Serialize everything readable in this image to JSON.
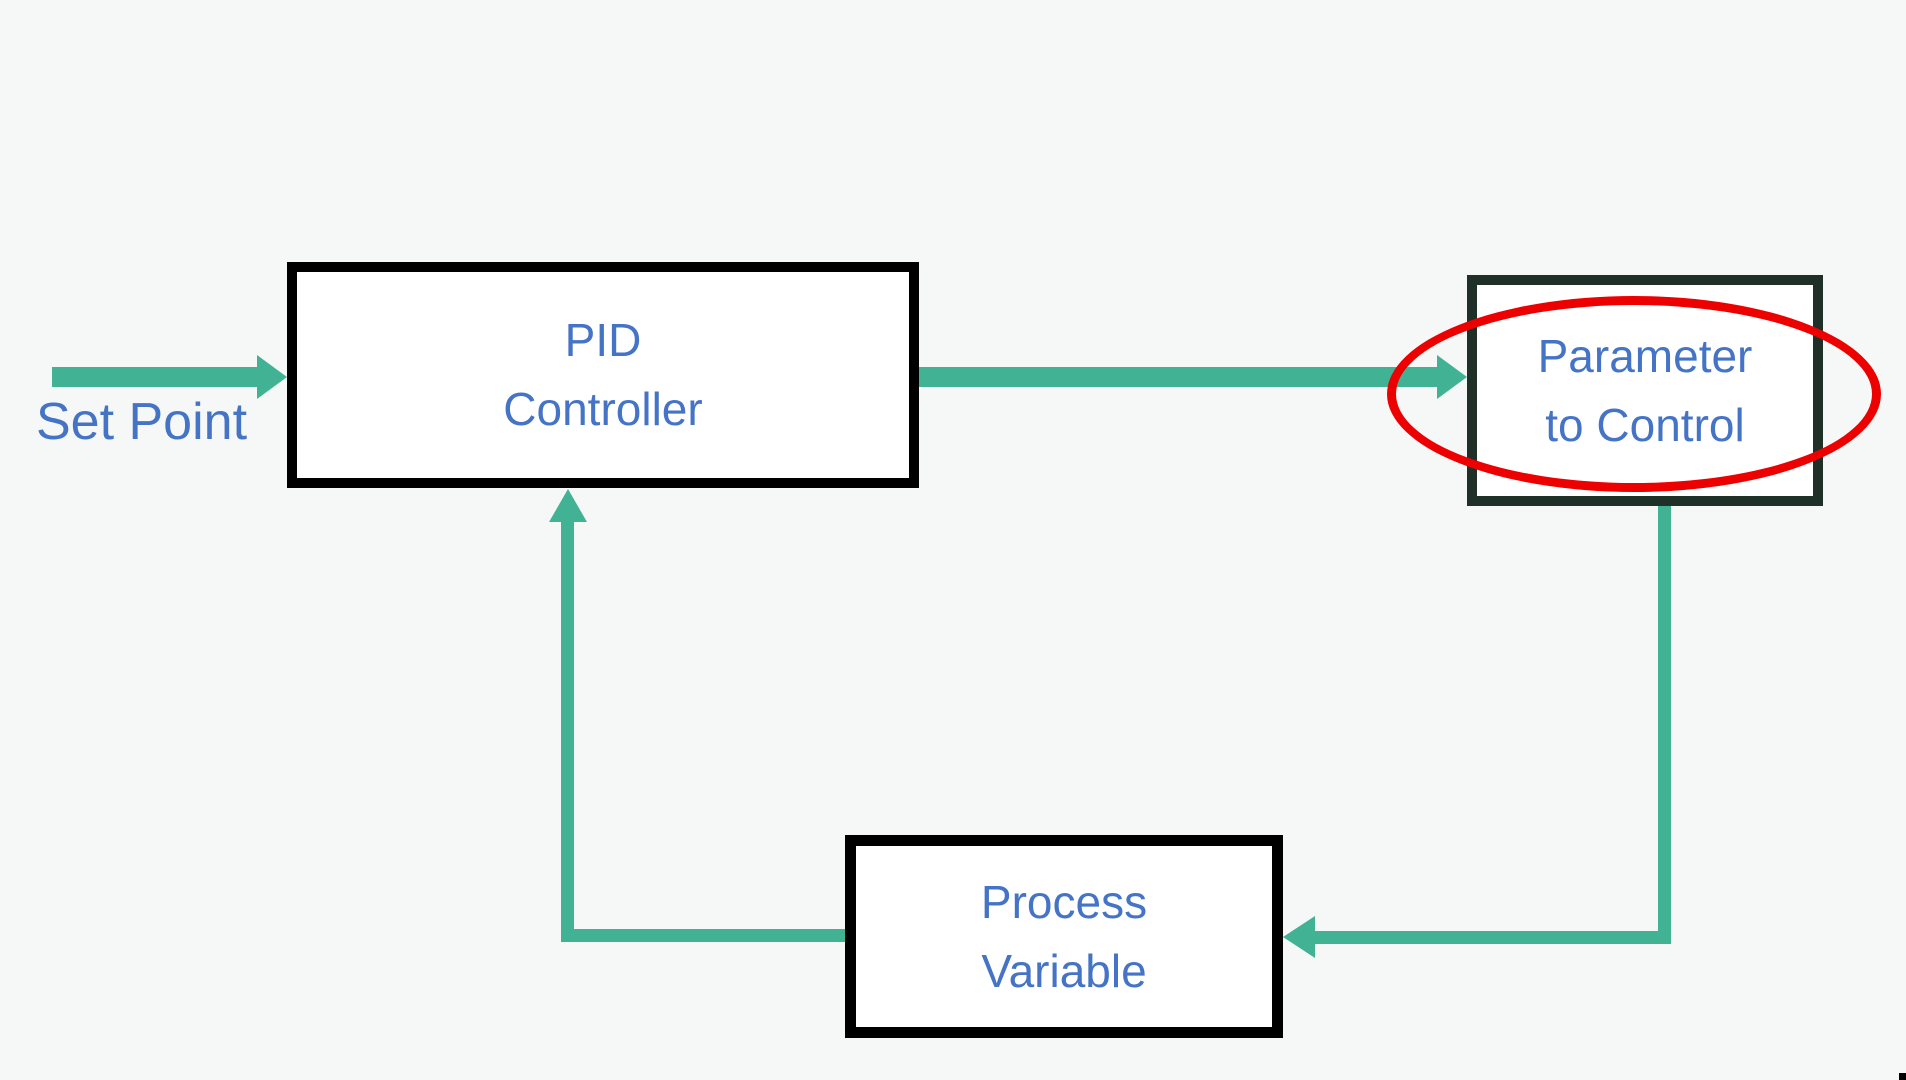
{
  "colors": {
    "background": "#f6f8f7",
    "arrow": "#41b294",
    "label": "#4574c6",
    "box_border": "#000000",
    "param_border": "#1f3029",
    "box_fill": "#ffffff",
    "highlight": "#ec0000"
  },
  "labels": {
    "set_point": "Set Point"
  },
  "nodes": {
    "pid": {
      "line1": "PID",
      "line2": "Controller"
    },
    "parameter": {
      "line1": "Parameter",
      "line2": "to Control"
    },
    "process": {
      "line1": "Process",
      "line2": "Variable"
    }
  },
  "edges": [
    {
      "from": "Set Point",
      "to": "PID Controller",
      "style": "arrow-right"
    },
    {
      "from": "PID Controller",
      "to": "Parameter to Control",
      "style": "arrow-right"
    },
    {
      "from": "Parameter to Control",
      "to": "Process Variable",
      "style": "elbow-down-left-arrow"
    },
    {
      "from": "Process Variable",
      "to": "PID Controller",
      "style": "elbow-left-up-arrow"
    }
  ],
  "annotations": {
    "highlight_ellipse_target": "Parameter to Control"
  }
}
